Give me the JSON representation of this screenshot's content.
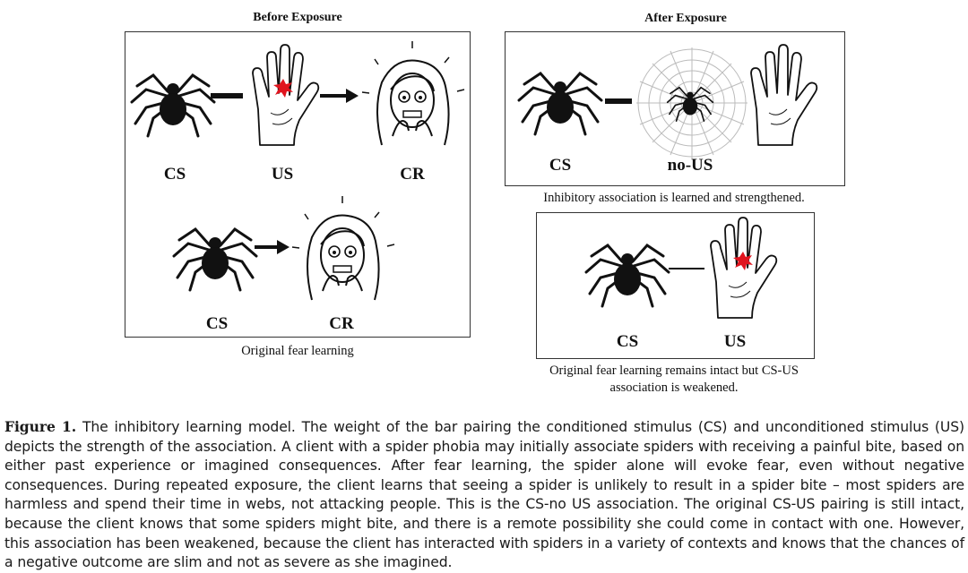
{
  "before": {
    "title": "Before Exposure",
    "row1_labels": [
      "CS",
      "US",
      "CR"
    ],
    "row2_labels": [
      "CS",
      "CR"
    ],
    "caption": "Original fear learning"
  },
  "after": {
    "title": "After Exposure",
    "top_labels": [
      "CS",
      "no-US"
    ],
    "top_caption": "Inhibitory association is learned and strengthened.",
    "bottom_labels": [
      "CS",
      "US"
    ],
    "bottom_caption_line1": "Original fear learning remains intact but CS-US",
    "bottom_caption_line2": "association is weakened."
  },
  "figure_caption": {
    "label": "Figure 1.",
    "text": "The inhibitory learning model. The weight of the bar pairing the conditioned stimulus (CS) and unconditioned stimulus (US) depicts the strength of the association. A client with a spider phobia may initially associate spiders with receiving a painful bite, based on either past experience or imagined consequences. After fear learning, the spider alone will evoke fear, even without negative consequences. During repeated exposure, the client learns that seeing a spider is unlikely to result in a spider bite – most spiders are harmless and spend their time in webs, not attacking people. This is the CS-no US association. The original CS-US pairing is still intact, because the client knows that some spiders might bite, and there is a remote possibility she could come in contact with one. However, this association has been weakened, because the client has interacted with spiders in a variety of contexts and knows that the chances of a negative outcome are slim and not as severe as she imagined."
  },
  "colors": {
    "bite": "#e0141e",
    "ink": "#111111"
  }
}
